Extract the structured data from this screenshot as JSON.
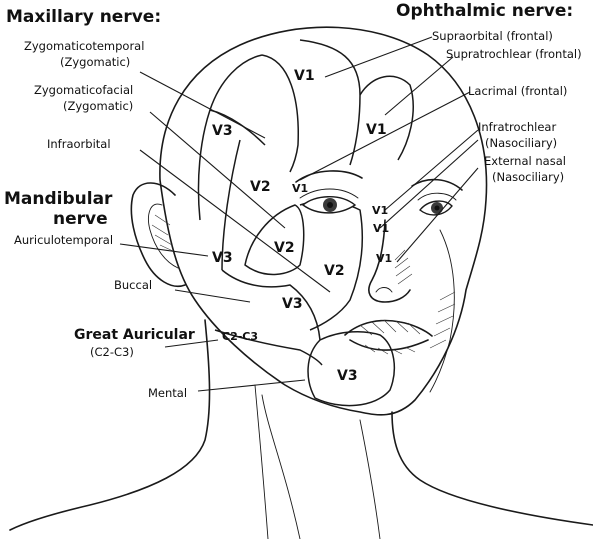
{
  "headings": {
    "maxillary": "Maxillary nerve:",
    "ophthalmic": "Ophthalmic nerve:",
    "mandibular_line1": "Mandibular",
    "mandibular_line2": "nerve",
    "great_auricular": "Great Auricular"
  },
  "labels": {
    "zygomaticotemporal": "Zygomaticotemporal",
    "zygomaticotemporal_sub": "(Zygomatic)",
    "zygomaticofacial": "Zygomaticofacial",
    "zygomaticofacial_sub": "(Zygomatic)",
    "infraorbital": "Infraorbital",
    "auriculotemporal": "Auriculotemporal",
    "buccal": "Buccal",
    "great_auricular_sub": "(C2-C3)",
    "mental": "Mental",
    "supraorbital": "Supraorbital (frontal)",
    "supratrochlear": "Supratrochlear (frontal)",
    "lacrimal": "Lacrimal (frontal)",
    "infratrochlear": "Infratrochlear",
    "infratrochlear_sub": "(Nasociliary)",
    "external_nasal": "External nasal",
    "external_nasal_sub": "(Nasociliary)"
  },
  "zones": {
    "v1_forehead_left": "V1",
    "v1_forehead_right": "V1",
    "v3_temple": "V3",
    "v2_temple": "V2",
    "v1_lacrimal": "V1",
    "v1_infratrochlear_upper": "V1",
    "v1_infratrochlear_lower": "V1",
    "v1_nose": "V1",
    "v2_zygomaticofacial": "V2",
    "v2_infraorbital": "V2",
    "v3_auriculotemporal": "V3",
    "v3_buccal": "V3",
    "c2c3": "C2-C3",
    "v3_mental": "V3"
  }
}
